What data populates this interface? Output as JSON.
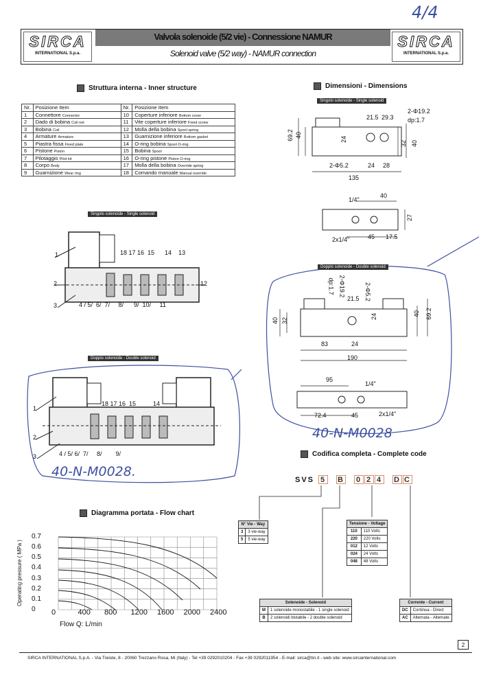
{
  "page_marker": "4/4",
  "header": {
    "logo_text": "SIRCA",
    "logo_sub": "INTERNATIONAL S.p.a.",
    "title_it": "Valvola solenoide (5/2 vie) - Connessione NAMUR",
    "title_en": "Solenoid valve (5/2 way) - NAMUR connection"
  },
  "structure": {
    "title": "Struttura interna - Inner structure",
    "col_nr": "Nr.",
    "col_pos": "Posizione Item",
    "left": [
      {
        "nr": "1",
        "it": "Connettore",
        "en": "Connector"
      },
      {
        "nr": "2",
        "it": "Dado di bobina",
        "en": "Coil net"
      },
      {
        "nr": "3",
        "it": "Bobina",
        "en": "Coil"
      },
      {
        "nr": "4",
        "it": "Armature",
        "en": "Armature"
      },
      {
        "nr": "5",
        "it": "Piastra fissa",
        "en": "Fixed plate"
      },
      {
        "nr": "6",
        "it": "Pistone",
        "en": "Piston"
      },
      {
        "nr": "7",
        "it": "Pilotaggio",
        "en": "Pilot kit"
      },
      {
        "nr": "8",
        "it": "Corpo",
        "en": "Body"
      },
      {
        "nr": "9",
        "it": "Guarnizione",
        "en": "Wear ring"
      }
    ],
    "right": [
      {
        "nr": "10",
        "it": "Coperture inferiore",
        "en": "Bottom cover"
      },
      {
        "nr": "11",
        "it": "Vite coperture inferiore",
        "en": "Fixed screw"
      },
      {
        "nr": "12",
        "it": "Molla della bobina",
        "en": "Spool spring"
      },
      {
        "nr": "13",
        "it": "Guarnizione inferiore",
        "en": "Bottom gasket"
      },
      {
        "nr": "14",
        "it": "O-ring bobina",
        "en": "Spool O-ring"
      },
      {
        "nr": "15",
        "it": "Bobina",
        "en": "Spool"
      },
      {
        "nr": "16",
        "it": "O-ring pistone",
        "en": "Piston O-ring"
      },
      {
        "nr": "17",
        "it": "Molla della bobina",
        "en": "Override spring"
      },
      {
        "nr": "18",
        "it": "Comando manuale",
        "en": "Manual override"
      }
    ]
  },
  "single_label": "Singolo solenoide - Single solenoid",
  "double_label": "Doppio solenoide - Double solenoid",
  "single_numbers_top": "18 17 16  15      14    13",
  "single_numbers_bottom": "4 / 5/  6/  7/     8/      9/  10/     11",
  "double_numbers_top": "18 17 16  15          14",
  "double_numbers_bottom": "4 / 5/ 6/  7/     8/        9/",
  "handwritten_code": "40-N-M0028.",
  "handwritten_code2": "40-N-M0028",
  "dimensions": {
    "title": "Dimensioni - Dimensions",
    "s_21_5": "21.5",
    "s_29_3": "29.3",
    "s_phi19": "2-Φ19.2",
    "s_dp": "dp:1.7",
    "s_69_2": "69.2",
    "s_40": "40",
    "s_24": "24",
    "s_32": "32",
    "s_40b": "40",
    "s_phi5": "2-Φ5.2",
    "s_24b": "24",
    "s_28": "28",
    "s_135": "135",
    "s_quarter": "1/4\"",
    "s_40c": "40",
    "s_27": "27",
    "s_2x14": "2x1/4\"",
    "s_45": "45",
    "s_17_5": "17.5",
    "d_phi19": "2-Φ19.2",
    "d_dp": "dp:1.7",
    "d_phi5": "2-Φ5.2",
    "d_21_5": "21.5",
    "d_24": "24",
    "d_40": "40",
    "d_32": "32",
    "d_40b": "40",
    "d_69_2": "69.2",
    "d_83": "83",
    "d_24b": "24",
    "d_190": "190",
    "d_95": "95",
    "d_quarter": "1/4\"",
    "d_72_4": "72.4",
    "d_45": "45",
    "d_2x14": "2x1/4\""
  },
  "code": {
    "title": "Codifica completa - Complete code",
    "prefix": "SVS",
    "boxes": [
      "5",
      "B",
      "0",
      "2",
      "4",
      "D",
      "C"
    ],
    "way": {
      "header": "N° Vie - Way",
      "rows": [
        {
          "k": "3",
          "v": "3 vie-way"
        },
        {
          "k": "5",
          "v": "5 vie-way"
        }
      ]
    },
    "voltage": {
      "header": "Tensione - Voltage",
      "rows": [
        {
          "k": "110",
          "v": "110 Volts"
        },
        {
          "k": "220",
          "v": "220 Volts"
        },
        {
          "k": "012",
          "v": "12 Volts"
        },
        {
          "k": "024",
          "v": "24 Volts"
        },
        {
          "k": "048",
          "v": "48 Volts"
        }
      ]
    },
    "solenoid": {
      "header": "Solenoide - Solenoid",
      "rows": [
        {
          "k": "M",
          "v": "1 solenoide monostabile - 1 single solenoid"
        },
        {
          "k": "B",
          "v": "2 solenoidi bistabile - 2 double solenoid"
        }
      ]
    },
    "current": {
      "header": "Corrente - Current",
      "rows": [
        {
          "k": "DC",
          "v": "Continua - Direct"
        },
        {
          "k": "AC",
          "v": "Alternata - Alternate"
        }
      ]
    }
  },
  "flow_chart": {
    "title": "Diagramma portata - Flow chart",
    "ylabel": "Operating pressure ( MPa )",
    "xlabel": "Flow  Q: L/min",
    "yticks": [
      "0.7",
      "0.6",
      "0.5",
      "0.4",
      "0.3",
      "0.2",
      "0.1",
      "0"
    ],
    "xticks": [
      "0",
      "400",
      "800",
      "1200",
      "1600",
      "2000",
      "2400"
    ]
  },
  "footer": {
    "page_number": "2",
    "text": "SIRCA INTERNATIONAL S.p.A. - Via Treiste, 8 - 20060 Trezzano Rosa, Mi (Italy) - Tel +39 0292010204 - Fax +39 0292011954 - E-mail: sirca@tin.it - web site: www.sircainternational.com"
  }
}
